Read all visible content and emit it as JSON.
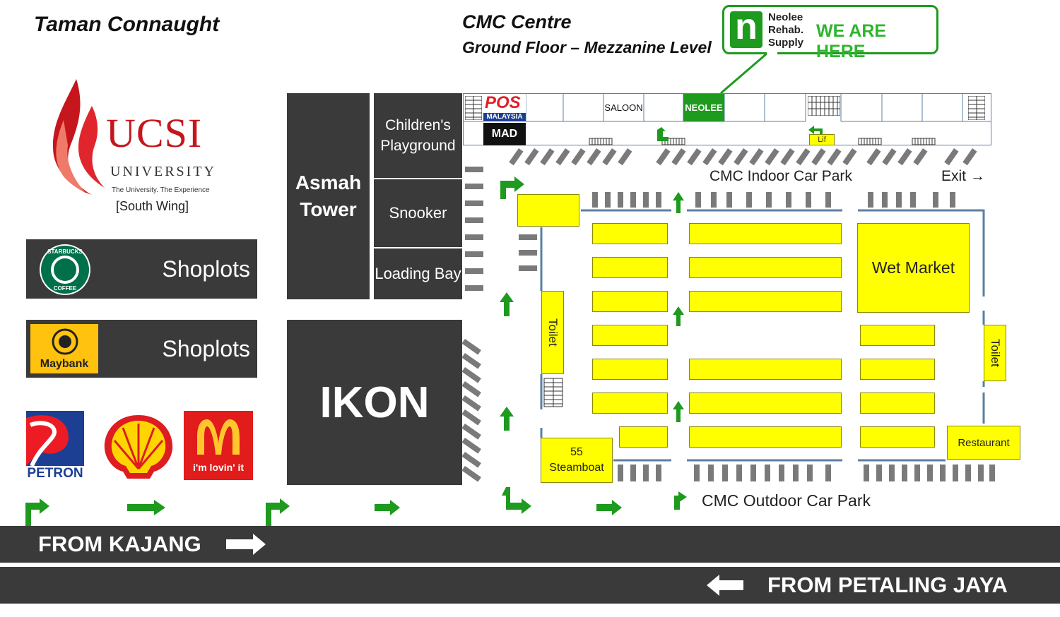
{
  "header": {
    "area_title": "Taman Connaught",
    "centre_title": "CMC Centre",
    "centre_subtitle": "Ground Floor – Mezzanine Level"
  },
  "callout": {
    "logo_letter": "n",
    "logo_lines": [
      "Neolee",
      "Rehab.",
      "Supply"
    ],
    "we_are_here": "WE ARE HERE",
    "accent": "#1e9a1e"
  },
  "ucsi": {
    "name": "UCSI",
    "university": "UNIVERSITY",
    "tagline": "The University. The Experience",
    "wing": "[South Wing]"
  },
  "shoplots": [
    {
      "logo": "starbucks-logo",
      "logo_text": "STARBUCKS COFFEE",
      "label": "Shoplots"
    },
    {
      "logo": "maybank-logo",
      "logo_text": "Maybank",
      "label": "Shoplots"
    }
  ],
  "brands": {
    "petron": "PETRON",
    "mcd_slogan": "i'm lovin' it"
  },
  "buildings": {
    "asmah": "Asmah Tower",
    "ikon": "IKON",
    "playground": "Children's Playground",
    "snooker": "Snooker",
    "loading": "Loading Bay"
  },
  "mezzanine": {
    "pos_logo": "POS",
    "pos_sub": "MALAYSIA",
    "mad": "MAD",
    "saloon": "SALOON",
    "neolee": "NEOLEE",
    "lift": "Lif"
  },
  "carpark": {
    "indoor": "CMC Indoor Car Park",
    "outdoor": "CMC Outdoor Car Park",
    "exit": "Exit →",
    "wet_market": "Wet Market",
    "toilet": "Toilet",
    "steamboat": "55 Steamboat",
    "restaurant": "Restaurant"
  },
  "roads": {
    "from_kajang": "FROM KAJANG",
    "from_pj": "FROM PETALING JAYA"
  },
  "colors": {
    "road": "#3a3a3a",
    "building": "#3a3a3a",
    "stall": "#ffff00",
    "arrow": "#1e9a1e",
    "wall": "#5b7fa6"
  }
}
